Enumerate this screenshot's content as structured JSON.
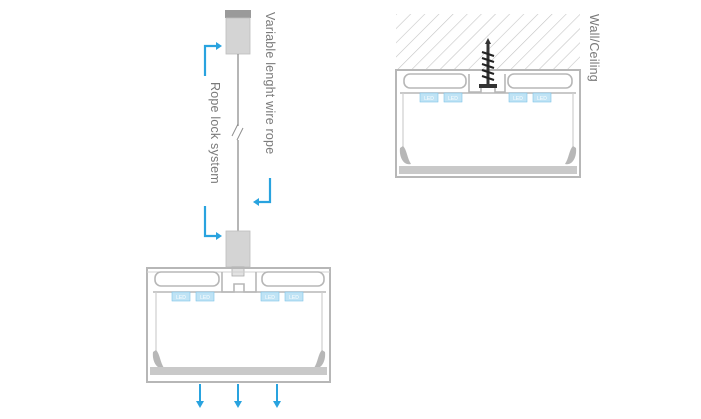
{
  "labels": {
    "wire": "Variable lenght wire rope",
    "lock": "Rope lock system",
    "wall": "Wall/Ceiling",
    "led": "LED"
  },
  "colors": {
    "accent": "#29a3df",
    "profile": "#b7b7b7",
    "led_fill": "#bfe3f5",
    "diffuser": "#c9c9c9"
  },
  "icons": [
    "arrow-down-icon",
    "bracket-arrow-icon",
    "screw-icon"
  ]
}
